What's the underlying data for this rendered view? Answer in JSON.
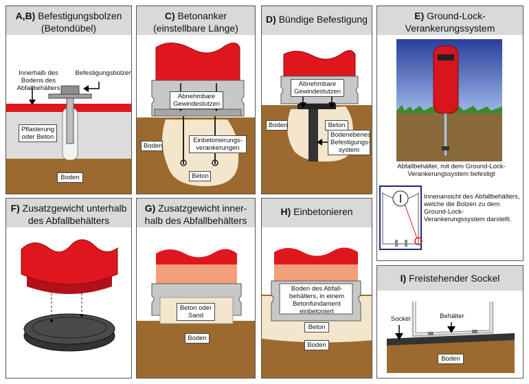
{
  "panels": {
    "ab": {
      "letter": "A,B)",
      "title_1": "Befestigungsbolzen",
      "title_2": "(Betondübel)",
      "label_inside": "Innerhalb des Bodens des Abfallbehälters",
      "label_bolt": "Befestigungsbolzen",
      "label_paving": "Pflasterung oder Beton",
      "label_ground": "Boden"
    },
    "c": {
      "letter": "C)",
      "title_1": "Betonanker",
      "title_2": "(einstellbare Länge)",
      "label_studs": "Abnehmbare Gewindestutzen",
      "label_anchors": "Einbetonierungs-verankerungen",
      "label_ground": "Boden",
      "label_concrete": "Beton"
    },
    "d": {
      "letter": "D)",
      "title_1": "Bündige Befestigung",
      "label_studs": "Abnehmbare Gewindestutzen",
      "label_ground": "Boden",
      "label_concrete": "Beton",
      "label_system": "Bodenebenes Befestigungs-system"
    },
    "e": {
      "letter": "E)",
      "title_1": "Ground-Lock-",
      "title_2": "Verankerungssystem",
      "caption_1": "Abfallbehälter, mit dem Ground-Lock-Verankerungssystem befestigt",
      "caption_2": "Innenansicht des Abfallbehälters, welche die Bolzen zu dem Ground-Lock-Verankerungssystem darstellt."
    },
    "f": {
      "letter": "F)",
      "title_1": "Zusatzgewicht unterhalb",
      "title_2": "des Abfallbehälters"
    },
    "g": {
      "letter": "G)",
      "title_1": "Zusatzgewicht inner-",
      "title_2": "halb des Abfallbehälters",
      "label_fill": "Beton oder Sand",
      "label_ground": "Boden"
    },
    "h": {
      "letter": "H)",
      "title_1": "Einbetonieren",
      "label_bottom": "Boden des Abfall-behälters, in einem Betonfundament einbetoniert",
      "label_concrete": "Beton",
      "label_ground": "Boden"
    },
    "i": {
      "letter": "I)",
      "title_1": "Freistehender Sockel",
      "label_base": "Sockel",
      "label_container": "Behälter",
      "label_ground": "Boden"
    }
  },
  "colors": {
    "red": "#e0161f",
    "dark_red": "#b3101a",
    "soil": "#9c6a2e",
    "concrete": "#f3e6cc",
    "metal": "#c8c8c8",
    "title_bg": "#d9d9d9"
  }
}
